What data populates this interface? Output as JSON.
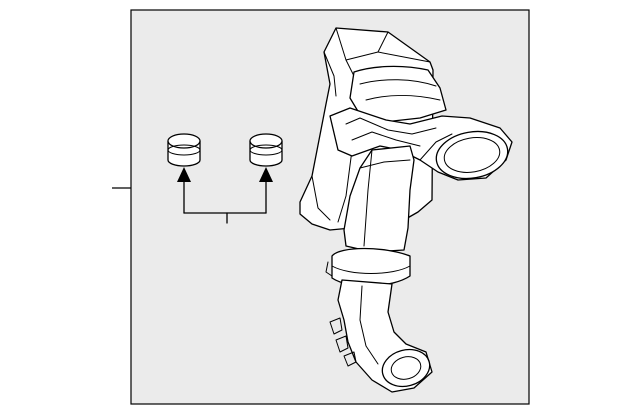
{
  "diagram": {
    "panel_fill": "#ebebeb",
    "line_color": "#000000",
    "background": "#ffffff",
    "parts": [
      {
        "name": "air-cleaner-assembly"
      },
      {
        "name": "mounting-grommet-left"
      },
      {
        "name": "mounting-grommet-right"
      }
    ]
  }
}
